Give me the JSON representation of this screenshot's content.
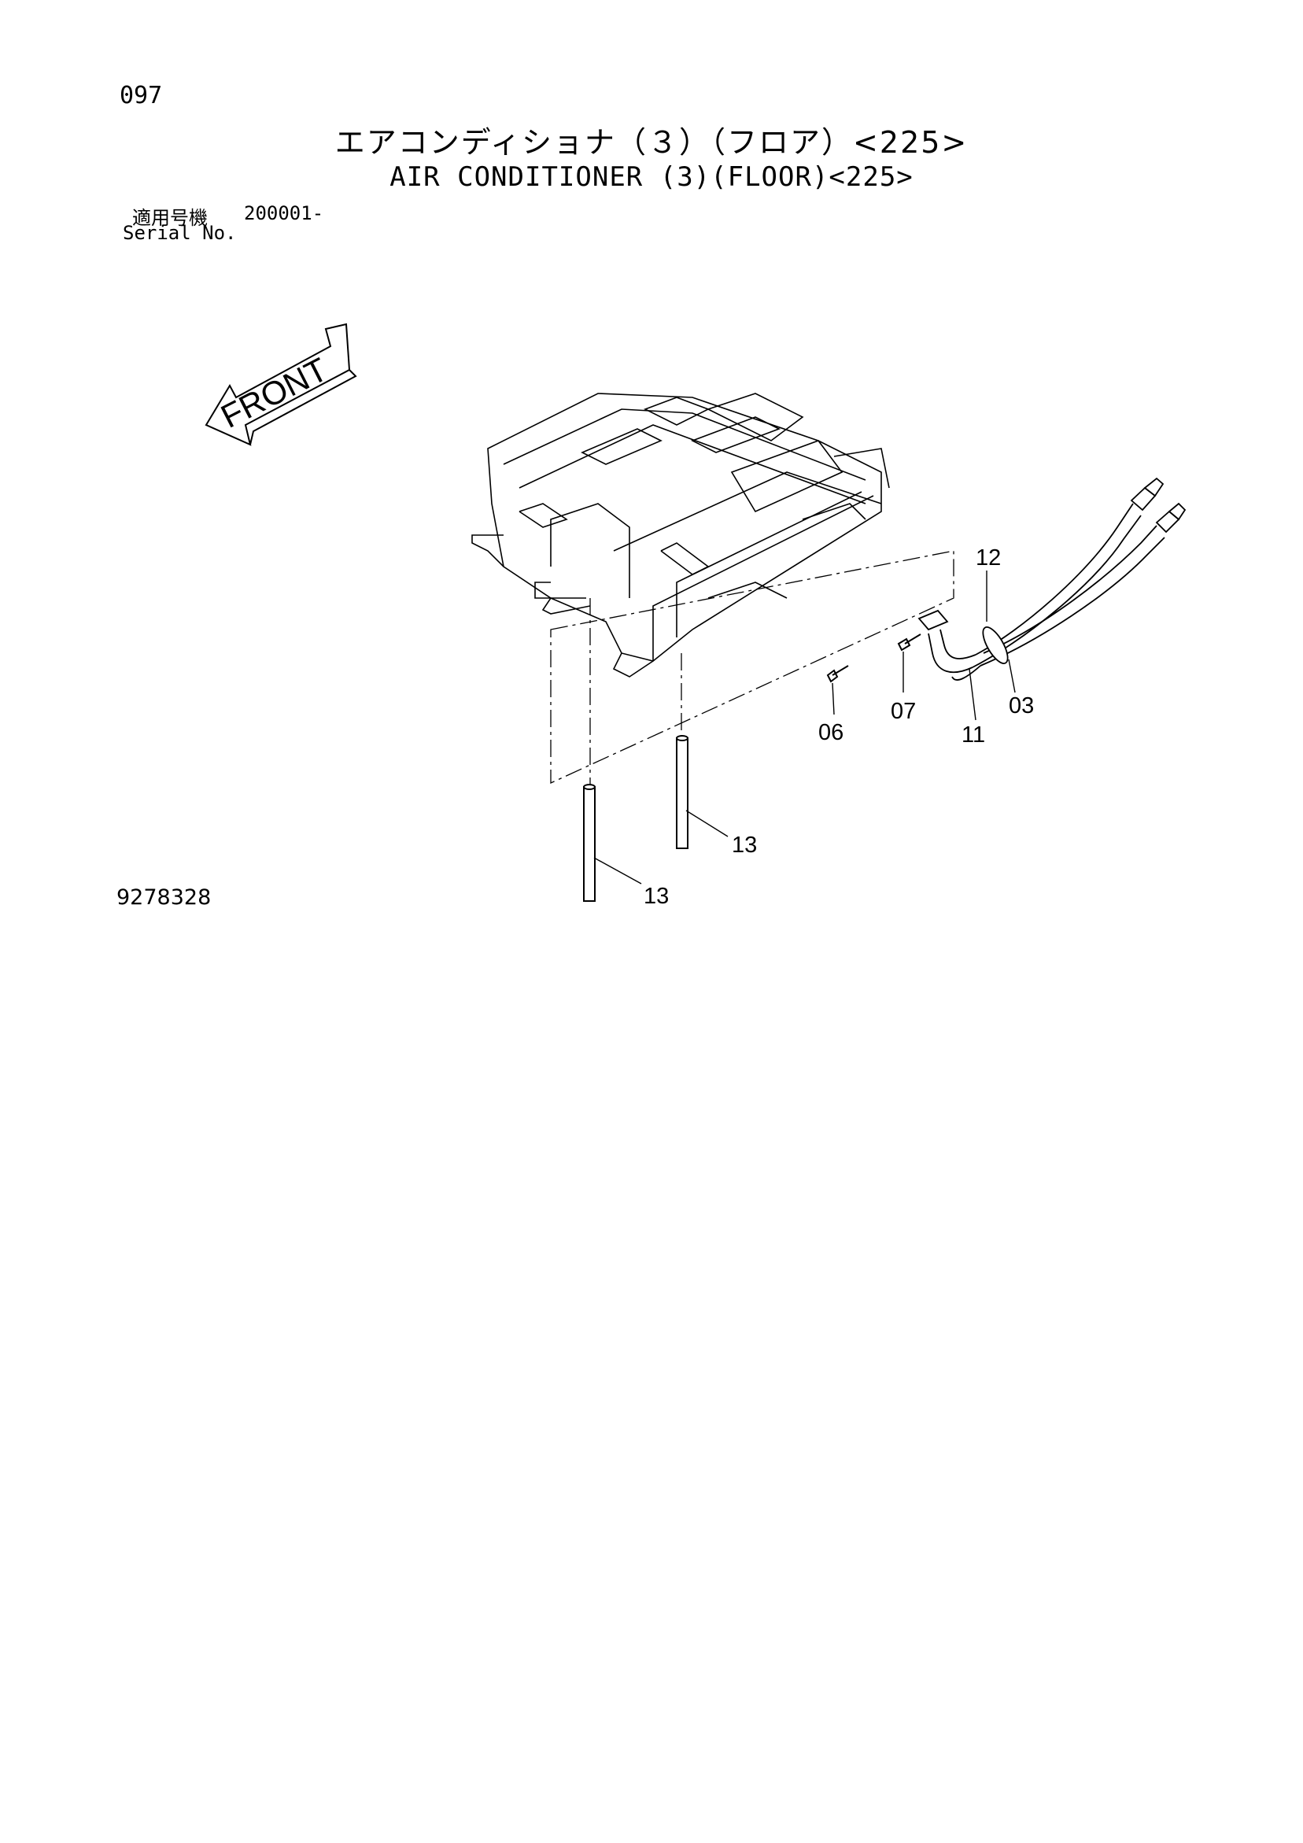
{
  "page": {
    "page_number": "097",
    "title_jp": "エアコンディショナ（３）（フロア）<225>",
    "title_en": "AIR CONDITIONER (3)(FLOOR)<225>",
    "serial_label_jp": "適用号機",
    "serial_range": "200001-",
    "serial_label_en": "Serial No.",
    "figure_number": "9278328"
  },
  "diagram": {
    "front_arrow_label": "FRONT",
    "callouts": [
      "12",
      "03",
      "11",
      "07",
      "06",
      "13",
      "13"
    ]
  }
}
